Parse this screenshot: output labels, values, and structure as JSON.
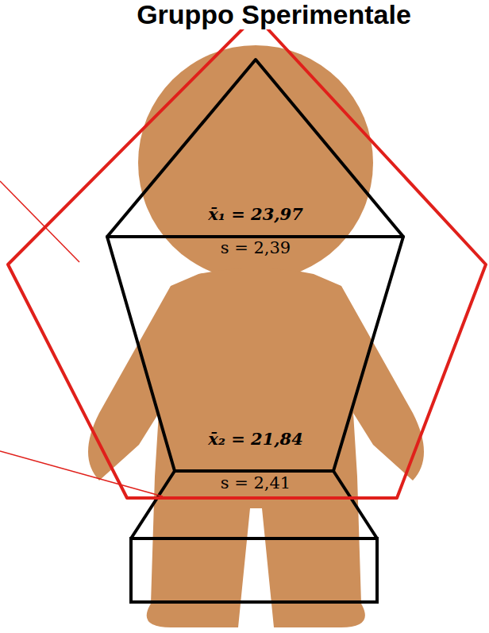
{
  "diagram": {
    "title": "Gruppo Sperimentale",
    "labels": [
      "x̄₁ = 23,97",
      "s = 2,39",
      "x̄₂ = 21,84",
      "s = 2,41"
    ]
  }
}
